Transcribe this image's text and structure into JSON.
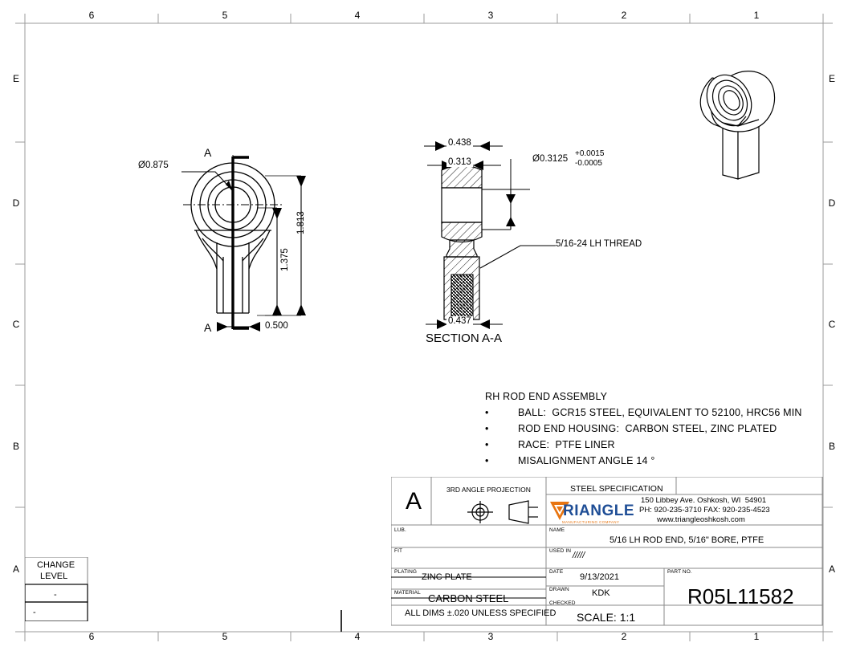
{
  "sheet": {
    "zones_top": [
      "6",
      "5",
      "4",
      "3",
      "2",
      "1"
    ],
    "zones_bottom": [
      "6",
      "5",
      "4",
      "3",
      "2",
      "1"
    ],
    "zones_left": [
      "E",
      "D",
      "C",
      "B",
      "A"
    ],
    "zones_right": [
      "E",
      "D",
      "C",
      "B",
      "A"
    ]
  },
  "front_view": {
    "dia_outer": "Ø0.875",
    "len_overall": "1.813",
    "len_center": "1.375",
    "width_shank": "0.500",
    "section_mark_top": "A",
    "section_mark_bottom": "A"
  },
  "section_view": {
    "width_head": "0.438",
    "width_ball": "0.313",
    "width_shank": "0.437",
    "bore_dia": "Ø0.3125",
    "bore_tol_upper": "+0.0015",
    "bore_tol_lower": "-0.0005",
    "thread_note": "5/16-24 LH THREAD",
    "caption": "SECTION A-A"
  },
  "notes": {
    "title": "RH ROD END ASSEMBLY",
    "bullets": [
      "BALL:  GCR15 STEEL, EQUIVALENT TO 52100, HRC56 MIN",
      "ROD END HOUSING:  CARBON STEEL, ZINC PLATED",
      "RACE:  PTFE LINER",
      "MISALIGNMENT ANGLE 14 °"
    ]
  },
  "change_block": {
    "header_line1": "CHANGE",
    "header_line2": "LEVEL",
    "row1": "-",
    "row2": "-"
  },
  "title_block": {
    "revision_letter": "A",
    "projection_label": "3RD ANGLE PROJECTION",
    "steel_spec_label": "STEEL SPECIFICATION",
    "steel_spec_value": "",
    "logo_text": "RIANGLE",
    "logo_sub": "MANUFACTURING COMPANY",
    "address_line1": "150 Libbey Ave. Oshkosh, WI  54901",
    "address_line2": "PH: 920-235-3710 FAX: 920-235-4523",
    "address_line3": "www.triangleoshkosh.com",
    "lub_label": "LUB.",
    "lub_value": "",
    "fit_label": "FIT",
    "fit_value": "",
    "plating_label": "PLATING",
    "plating_value": "ZINC PLATE",
    "material_label": "MATERIAL",
    "material_value": "CARBON STEEL",
    "tolerance_note": "ALL DIMS ±.020 UNLESS SPECIFIED",
    "name_label": "NAME",
    "name_value": "5/16 LH ROD END, 5/16\" BORE, PTFE",
    "usedin_label": "USED IN",
    "usedin_value": "/////",
    "date_label": "DATE",
    "date_value": "9/13/2021",
    "drawn_label": "DRAWN",
    "drawn_value": "KDK",
    "checked_label": "CHECKED",
    "checked_value": "",
    "scale_value": "SCALE: 1:1",
    "partno_label": "PART NO.",
    "partno_value": "R05L11582"
  },
  "colors": {
    "line": "#000000",
    "border": "#aaaaaa",
    "logo_orange": "#E87511",
    "logo_blue": "#1F4E96"
  }
}
